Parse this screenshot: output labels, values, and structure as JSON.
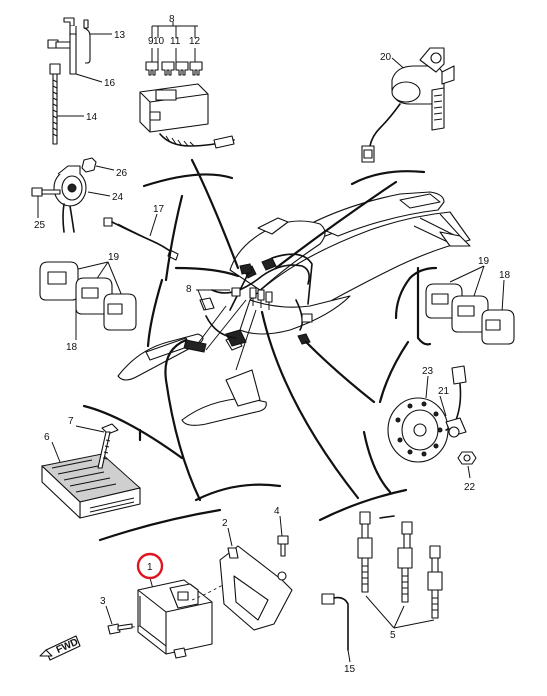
{
  "diagram": {
    "callouts": {
      "c1": "1",
      "c2": "2",
      "c3": "3",
      "c4": "4",
      "c5": "5",
      "c6": "6",
      "c7": "7",
      "c8_top": "8",
      "c8_mid": "8",
      "c9": "9",
      "c10": "10",
      "c11": "11",
      "c12": "12",
      "c13": "13",
      "c14": "14",
      "c15": "15",
      "c16": "16",
      "c17": "17",
      "c18_left": "18",
      "c18_right": "18",
      "c19_left": "19",
      "c19_right": "19",
      "c20": "20",
      "c21": "21",
      "c22": "22",
      "c23": "23",
      "c24": "24",
      "c25": "25",
      "c26": "26"
    },
    "fwd_label": "FWD",
    "highlight_color": "#e0141e"
  }
}
